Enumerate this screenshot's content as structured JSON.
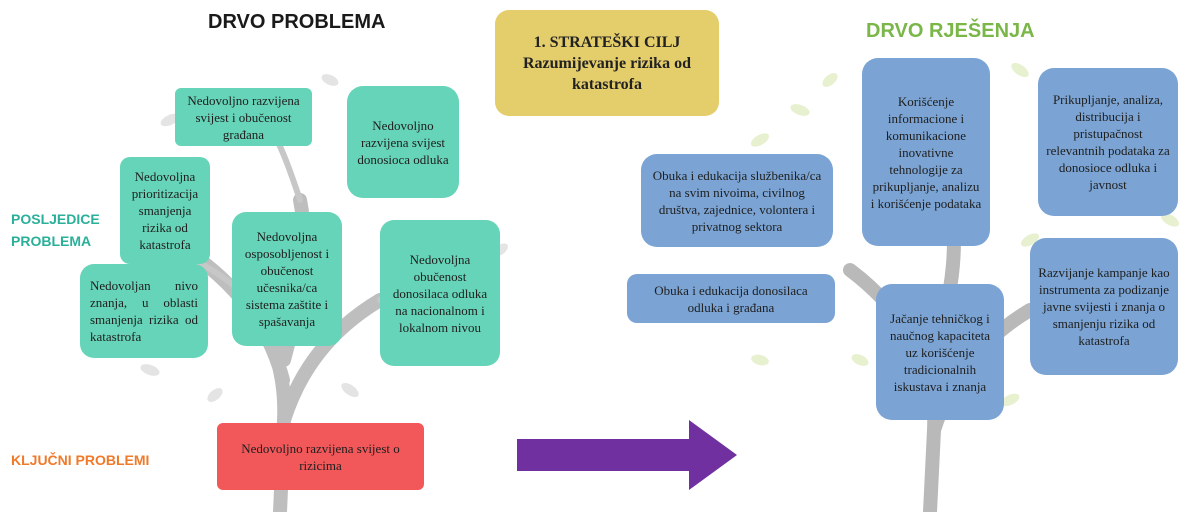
{
  "left_tree": {
    "title": "DRVO PROBLEMA",
    "side_label_consequences": "POSLJEDICE PROBLEMA",
    "side_label_key_problems": "KLJUČNI PROBLEMI",
    "consequences": [
      "Nedovoljno razvijena svijest i obučenost građana",
      "Nedovoljno razvijena svijest donosioca odluka",
      "Nedovoljna prioritizacija smanjenja rizika od katastrofa",
      "Nedovoljna osposobljenost i obučenost učesnika/ca sistema zaštite i spašavanja",
      "Nedovoljna obučenost donosilaca odluka na nacionalnom i lokalnom nivou",
      "Nedovoljan nivo znanja, u oblasti smanjenja rizika od katastrofa"
    ],
    "key_problem": "Nedovoljno razvijena svijest o rizicima"
  },
  "goal": {
    "line1": "1. STRATEŠKI CILJ",
    "line2": "Razumijevanje rizika od katastrofa"
  },
  "right_tree": {
    "title": "DRVO RJEŠENJA",
    "solutions": [
      "Korišćenje informacione i komunikacione inovativne tehnologije za prikupljanje, analizu i korišćenje podataka",
      "Prikupljanje, analiza, distribucija i pristupačnost relevantnih podataka za donosioce odluka i javnost",
      "Obuka i edukacija službenika/ca na svim nivoima, civilnog društva, zajednice, volontera i privatnog sektora",
      "Obuka i edukacija donosilaca odluka i građana",
      "Jačanje tehničkog i naučnog kapaciteta uz korišćenje tradicionalnih iskustava i znanja",
      "Razvijanje kampanje kao instrumenta za podizanje javne svijesti i znanja o smanjenju rizika od katastrofa"
    ]
  },
  "colors": {
    "left_title": "#1a1a1a",
    "right_title": "#7ab648",
    "consequences_label": "#2ab09a",
    "key_problems_label": "#f07a2a",
    "teal_box": "#66d4b8",
    "blue_box": "#7ba4d4",
    "red_box": "#f2585a",
    "goal_box": "#e4cd6b",
    "arrow": "#7030a0"
  }
}
